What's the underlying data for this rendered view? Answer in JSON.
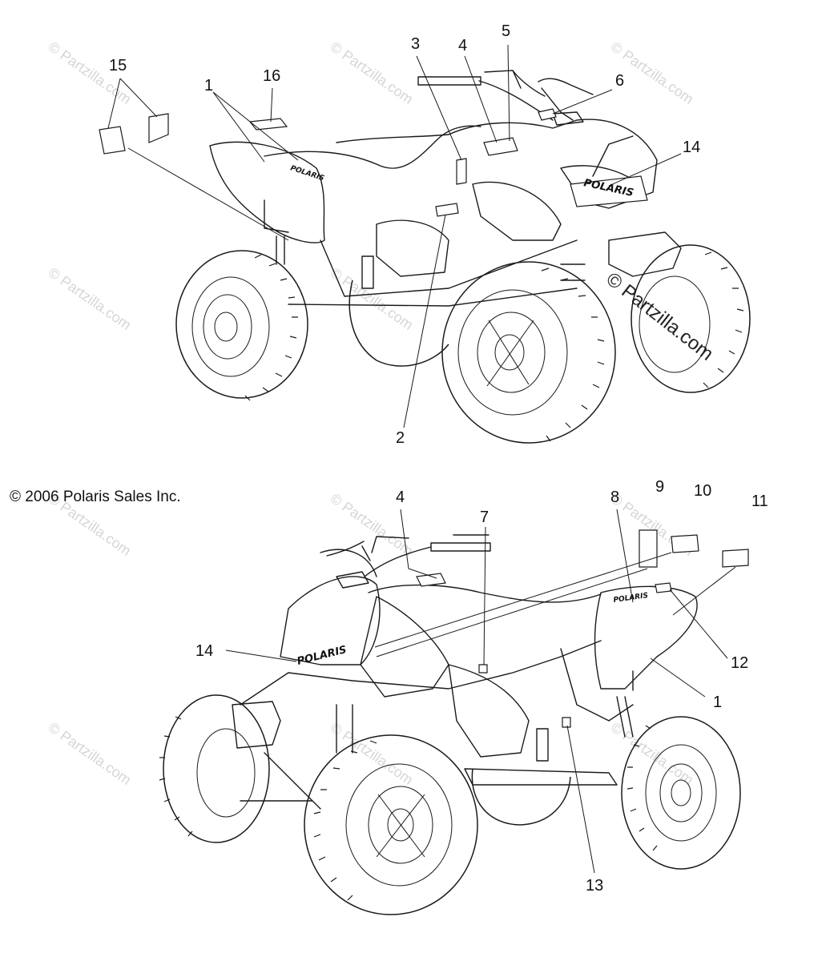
{
  "copyright": "© 2006 Polaris Sales Inc.",
  "watermark": "© Partzilla.com",
  "brand_label": "POLARIS",
  "callouts_top": [
    "15",
    "1",
    "16",
    "3",
    "4",
    "5",
    "6",
    "14",
    "2"
  ],
  "callouts_bottom": [
    "4",
    "7",
    "8",
    "9",
    "10",
    "11",
    "14",
    "12",
    "1",
    "13"
  ]
}
